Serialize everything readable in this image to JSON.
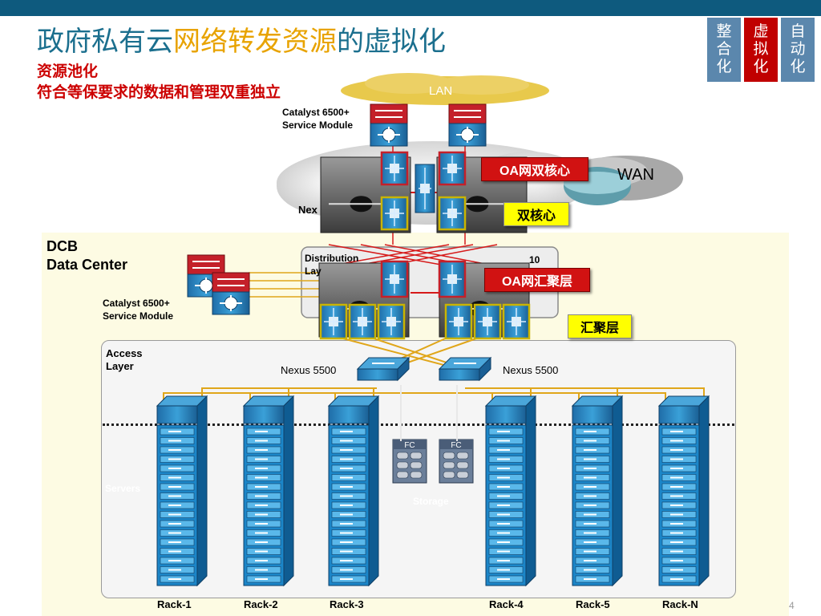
{
  "slide": {
    "title_part1": "政府私有云",
    "title_part2": "网络转发资源",
    "title_part3": "的虚拟化",
    "subtitle_pool": "资源池化",
    "subtitle_compliance": "符合等保要求的数据和管理双重独立",
    "page_number": "4"
  },
  "nav": [
    {
      "label": "整合化",
      "color": "#5b87ad"
    },
    {
      "label": "虚拟化",
      "color": "#c00000"
    },
    {
      "label": "自动化",
      "color": "#5b87ad"
    }
  ],
  "diagram": {
    "lan": "LAN",
    "wan": "WAN",
    "catalyst_top": "Catalyst 6500+\nService Module",
    "catalyst_left": "Catalyst 6500+\nService Module",
    "nexus_core_partial": "Nex",
    "distribution_partial": "Distribution\nLay",
    "distribution_right_partial": "10",
    "dcb": "DCB\nData Center",
    "access_layer": "Access\nLayer",
    "nexus5500_left": "Nexus 5500",
    "nexus5500_right": "Nexus 5500",
    "servers": "Servers",
    "storage": "Storage",
    "fc": "FC",
    "tags": {
      "oa_dual_core": "OA网双核心",
      "dual_core": "双核心",
      "oa_aggregation": "OA网汇聚层",
      "aggregation": "汇聚层"
    },
    "racks": [
      "Rack-1",
      "Rack-2",
      "Rack-3",
      "Rack-4",
      "Rack-5",
      "Rack-N"
    ],
    "colors": {
      "accent_blue": "#1b6f8e",
      "highlight_orange": "#e8a300",
      "alert_red": "#cc0000"
    }
  }
}
